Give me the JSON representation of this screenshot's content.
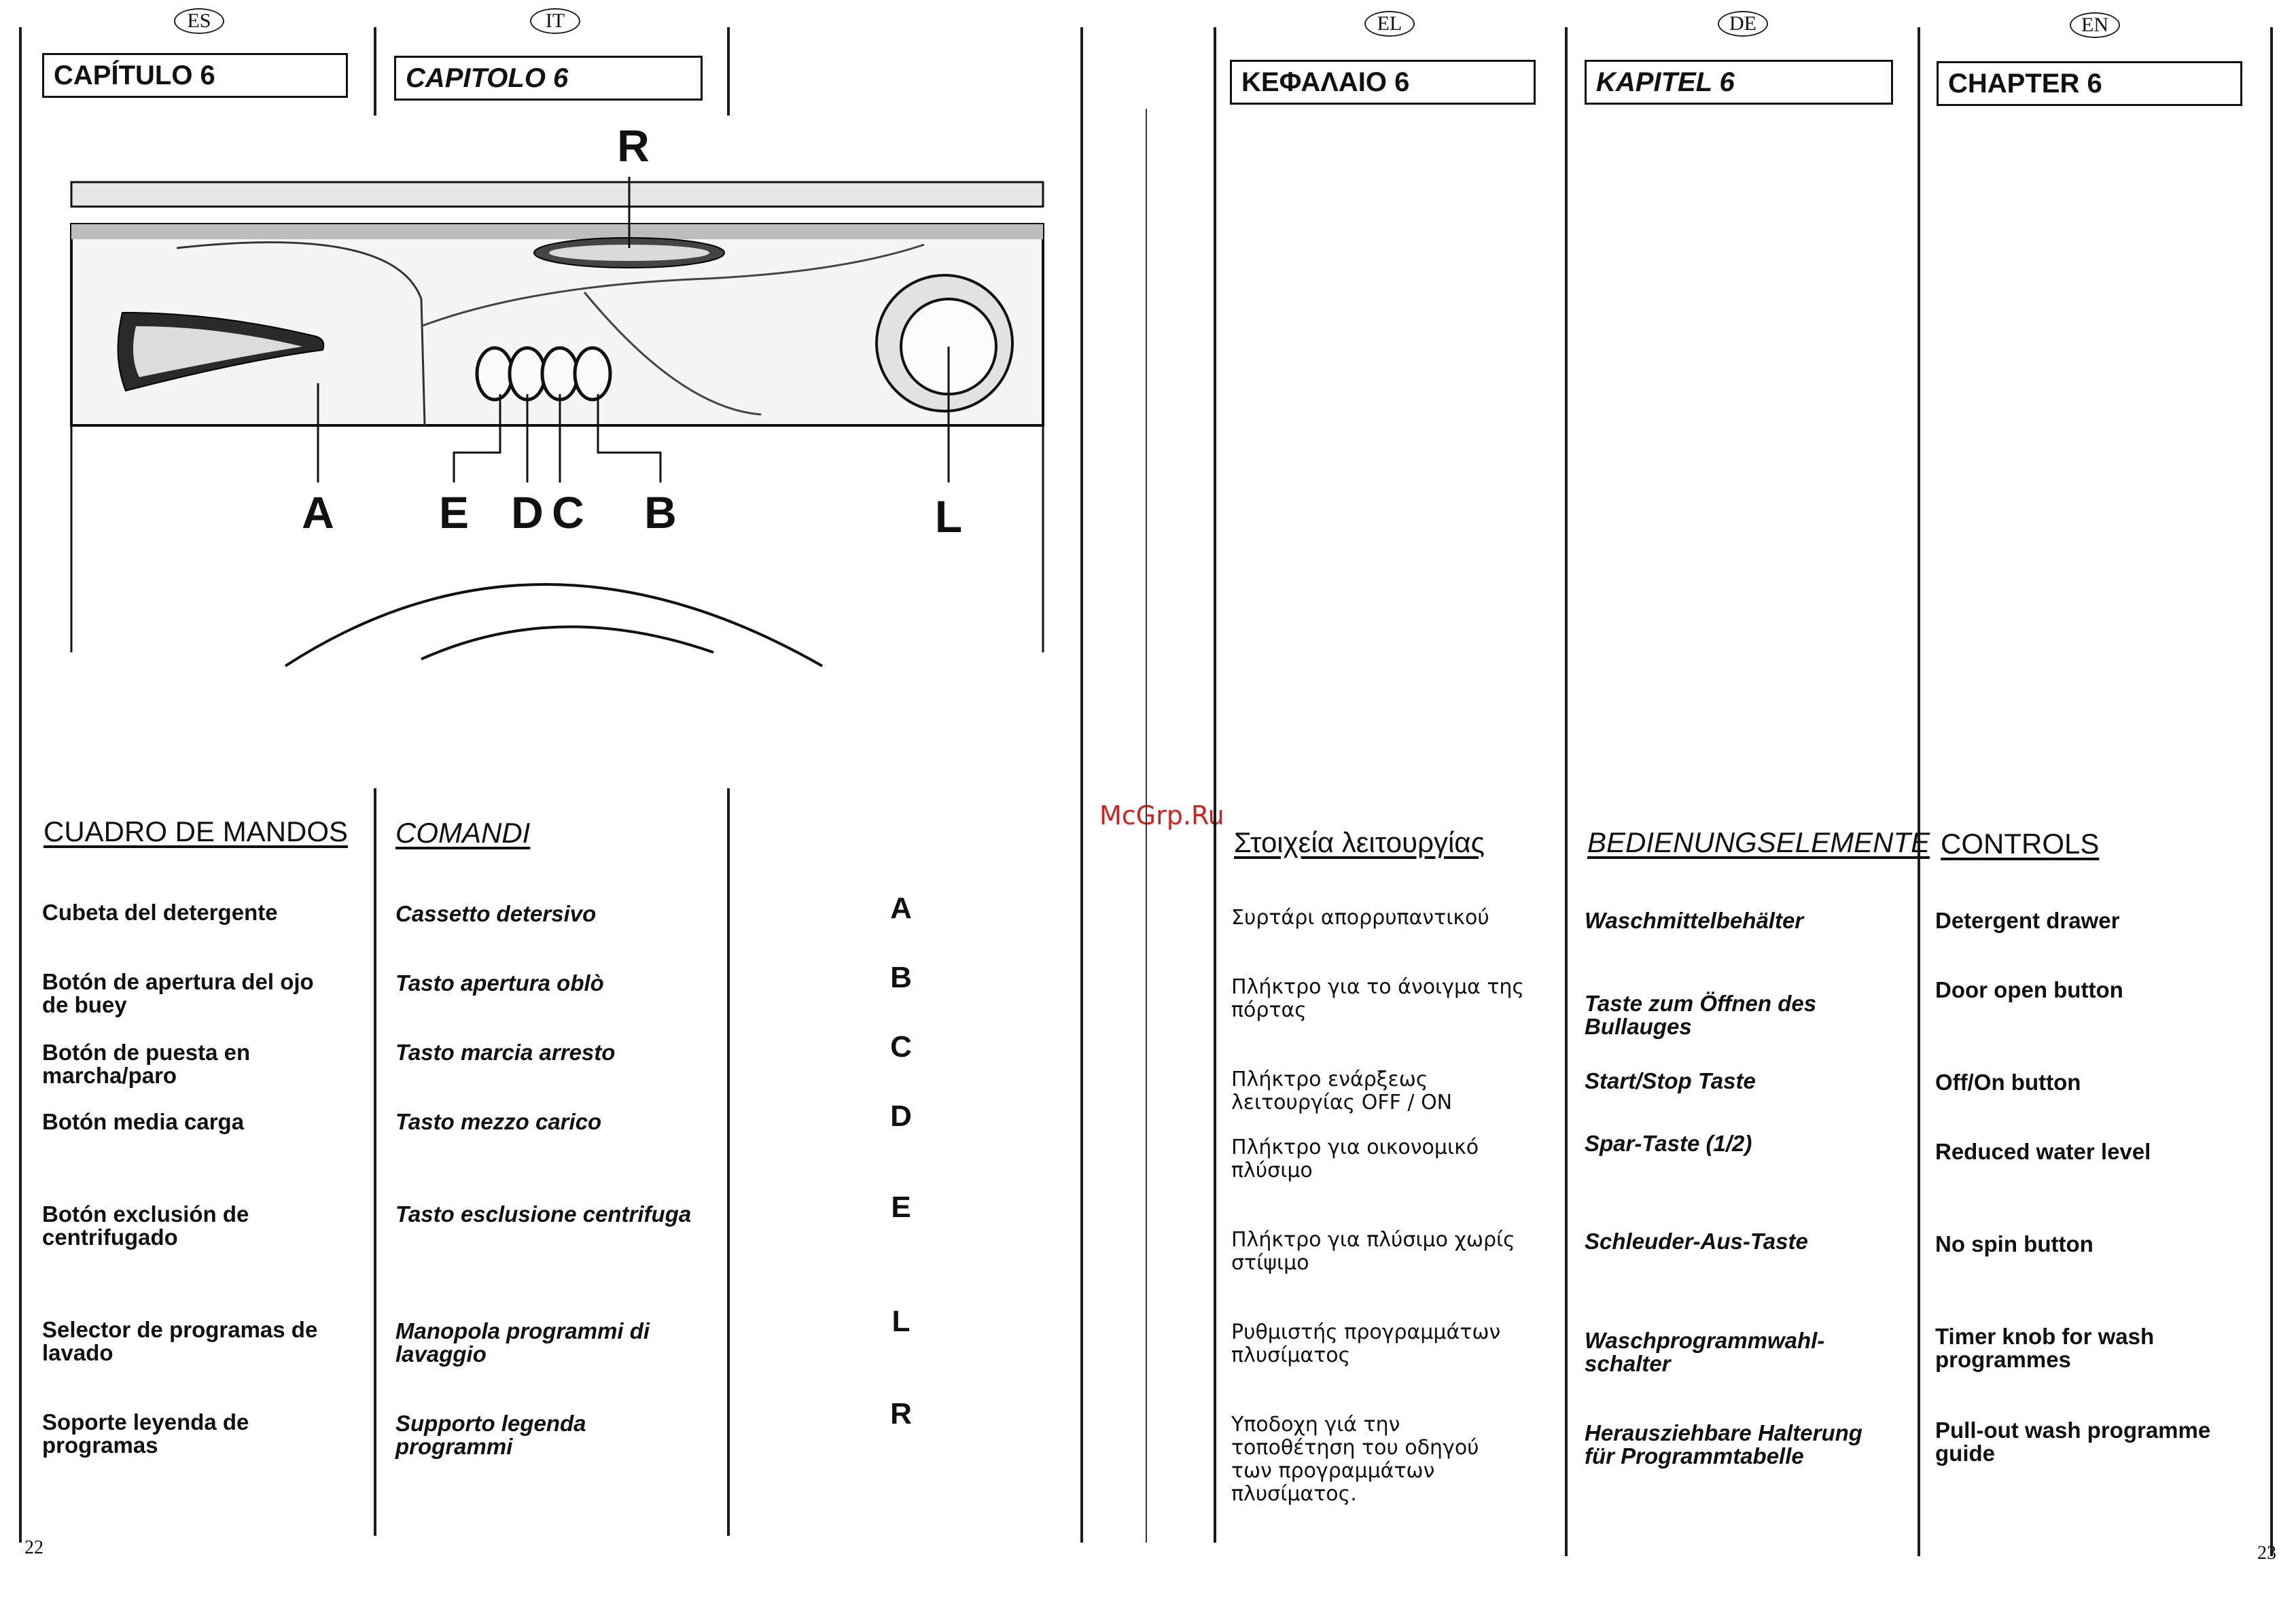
{
  "watermark": "McGrp.Ru",
  "page_numbers": {
    "left": "22",
    "right": "23"
  },
  "columns": [
    {
      "code": "ES",
      "chapter": "CAPÍTULO 6",
      "heading": "CUADRO DE MANDOS",
      "italic": false,
      "items": [
        "Cubeta del detergente",
        "Botón de apertura del ojo de buey",
        "Botón de puesta en marcha/paro",
        "Botón media carga",
        "Botón exclusión de centrifugado",
        "Selector de programas de lavado",
        "Soporte leyenda de programas"
      ]
    },
    {
      "code": "IT",
      "chapter": "CAPITOLO 6",
      "heading": "COMANDI",
      "italic": true,
      "items": [
        "Cassetto detersivo",
        "Tasto apertura oblò",
        "Tasto marcia arresto",
        "Tasto mezzo carico",
        "Tasto esclusione centrifuga",
        "Manopola programmi di lavaggio",
        "Supporto legenda programmi"
      ]
    },
    {
      "code": "EL",
      "chapter": "ΚΕΦΑΛΑΙΟ 6",
      "heading": "Στοιχεία λειτουργίας",
      "italic": false,
      "items": [
        "Συρτάρι απορρυπαντικού",
        "Πλήκτρο για το άνοιγμα της πόρτας",
        "Πλήκτρο ενάρξεως λειτουργίας OFF / ON",
        "Πλήκτρο για οικονομικό πλύσιμο",
        "Πλήκτρο για πλύσιμο χωρίς στίψιμο",
        "Ρυθμιστής προγραμμάτων πλυσίματος",
        "Υποδοχη γιά την τοποθέτηση του οδηγού των προγραμμάτων πλυσίματος."
      ]
    },
    {
      "code": "DE",
      "chapter": "KAPITEL 6",
      "heading": "BEDIENUNGSELEMENTE",
      "italic": true,
      "items": [
        "Waschmittelbehälter",
        "Taste zum Öffnen des Bullauges",
        "Start/Stop Taste",
        "Spar-Taste (1/2)",
        "Schleuder-Aus-Taste",
        "Waschprogrammwahl-schalter",
        "Herausziehbare Halterung für Programmtabelle"
      ]
    },
    {
      "code": "EN",
      "chapter": "CHAPTER 6",
      "heading": "CONTROLS",
      "italic": false,
      "items": [
        "Detergent drawer",
        "Door open button",
        "Off/On button",
        "Reduced water level",
        "No spin button",
        "Timer knob for wash programmes",
        "Pull-out wash programme guide"
      ]
    }
  ],
  "letters": [
    "A",
    "B",
    "C",
    "D",
    "E",
    "L",
    "R"
  ],
  "diagram": {
    "callouts": {
      "r": "R",
      "a": "A",
      "e": "E",
      "d": "D",
      "c": "C",
      "b": "B",
      "l": "L"
    }
  }
}
